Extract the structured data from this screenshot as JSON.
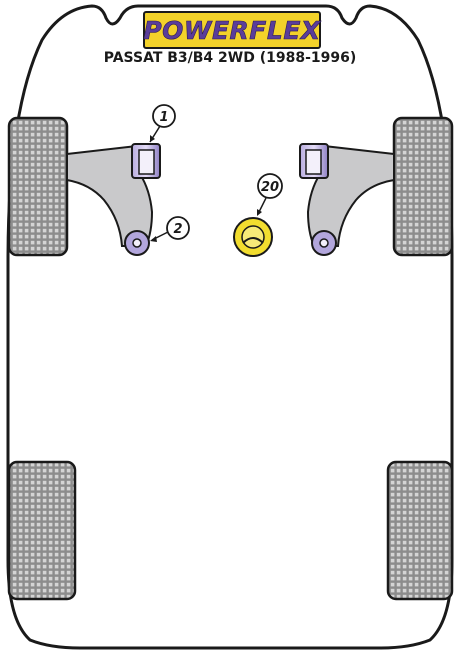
{
  "brand": {
    "logo_text": "POWERFLEX"
  },
  "header": {
    "model": "PASSAT B3/B4 2WD (1988-1996)"
  },
  "callouts": [
    {
      "id": "1",
      "label": "1"
    },
    {
      "id": "2",
      "label": "2"
    },
    {
      "id": "20",
      "label": "20"
    }
  ],
  "colors": {
    "outline": "#1a1a1a",
    "body_fill": "#ffffff",
    "arm_fill": "#c9c9cb",
    "bush_purple": "#8e80c4",
    "bush_light": "#d8d1ee",
    "mount_yellow": "#f2dd2f",
    "tire_fill": "#8c8c8c",
    "tire_tread": "#cfcfcf",
    "logo_yellow": "#f3d22a",
    "logo_purple": "#5a3d9a"
  },
  "icons": {
    "tire": "tire-tread-block",
    "bush": "cylinder-bush",
    "mount": "round-mount"
  }
}
